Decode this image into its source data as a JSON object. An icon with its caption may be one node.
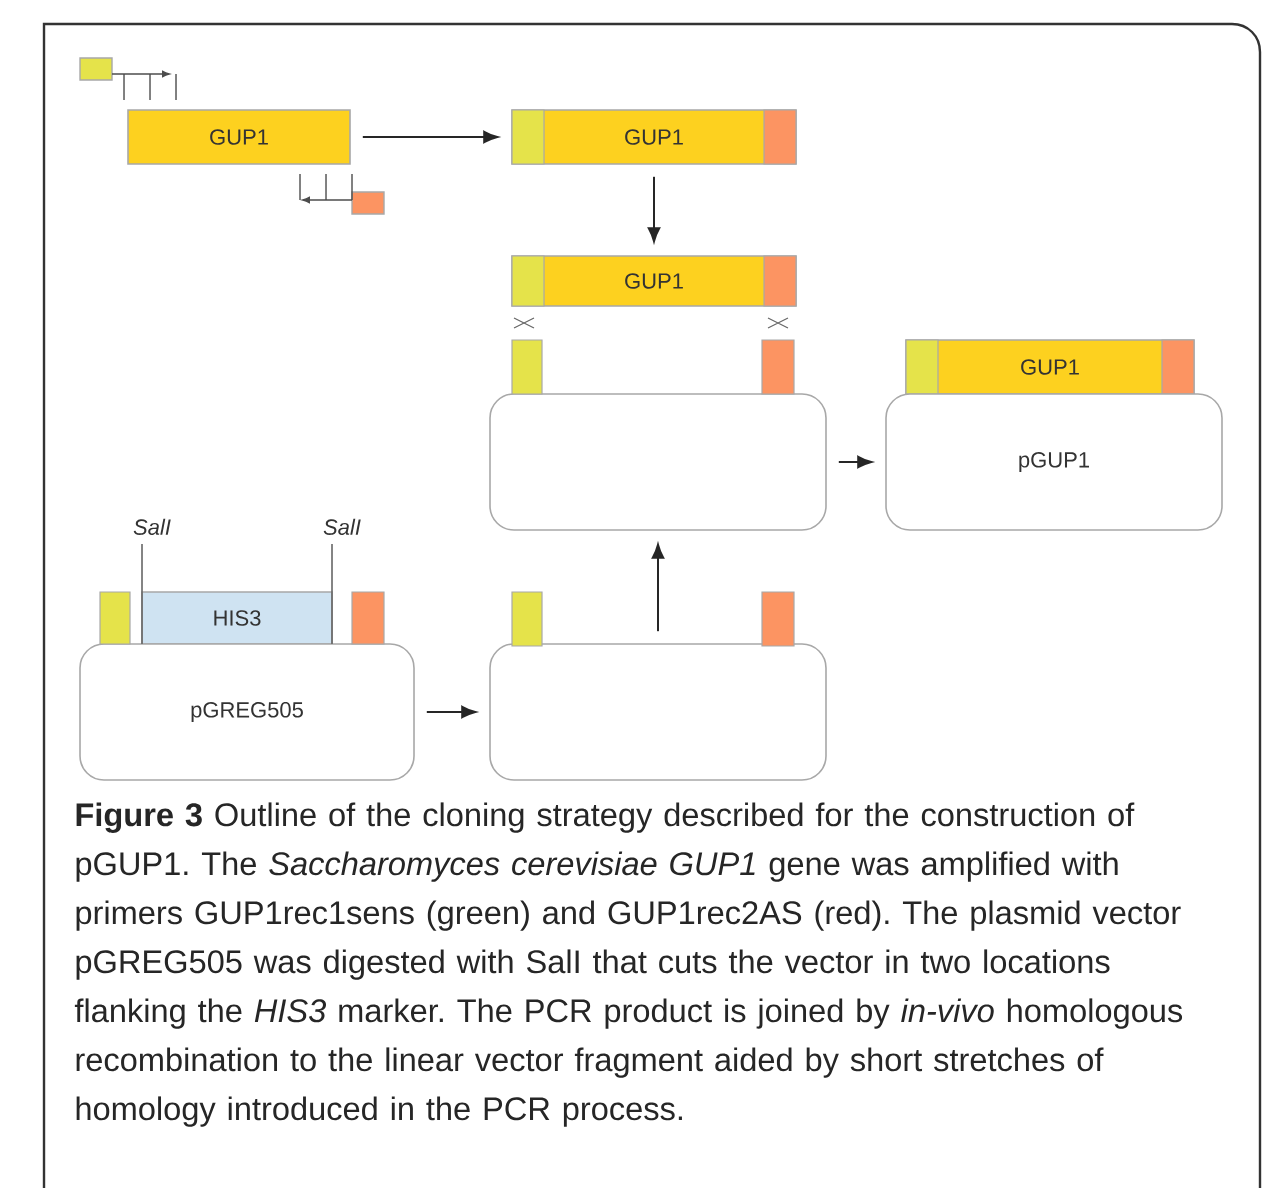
{
  "diagram": {
    "caption": "**Figure 3** Outline of the cloning strategy described for the construction of pGUP1. The *Saccharomyces cerevisiae GUP1* gene was amplified with primers GUP1rec1sens (green) and GUP1rec2AS (red). The plasmid vector pGREG505 was digested with SalI that cuts the vector in two locations flanking the *HIS3* marker. The PCR product is joined by *in-vivo* homologous recombination to the linear vector fragment aided by short stretches of homology introduced in the PCR process.",
    "nodes": [
      {
        "text": [
          "GUP1"
        ]
      },
      {
        "text": [
          "GUP1"
        ]
      },
      {
        "text": [
          "GUP1"
        ]
      },
      {
        "text": [],
        "shape": "box"
      },
      {
        "text": [
          "GUP1"
        ]
      },
      {
        "text": [
          "pGUP1"
        ]
      },
      {
        "text": [
          "HIS3"
        ]
      },
      {
        "text": [
          "pGREG505"
        ]
      },
      {
        "text": [],
        "shape": "box"
      }
    ],
    "edges": [
      {
        "from": 0,
        "to": 1,
        "arrow": "to"
      },
      {
        "from": 1,
        "to": 2,
        "arrow": "to"
      },
      {
        "from": 8,
        "to": 3,
        "arrow": "to"
      },
      {
        "from": 3,
        "to": 5,
        "arrow": "to"
      },
      {
        "from": 7,
        "to": 8,
        "arrow": "to"
      }
    ],
    "labels": [
      "SalI",
      "SalI"
    ]
  }
}
